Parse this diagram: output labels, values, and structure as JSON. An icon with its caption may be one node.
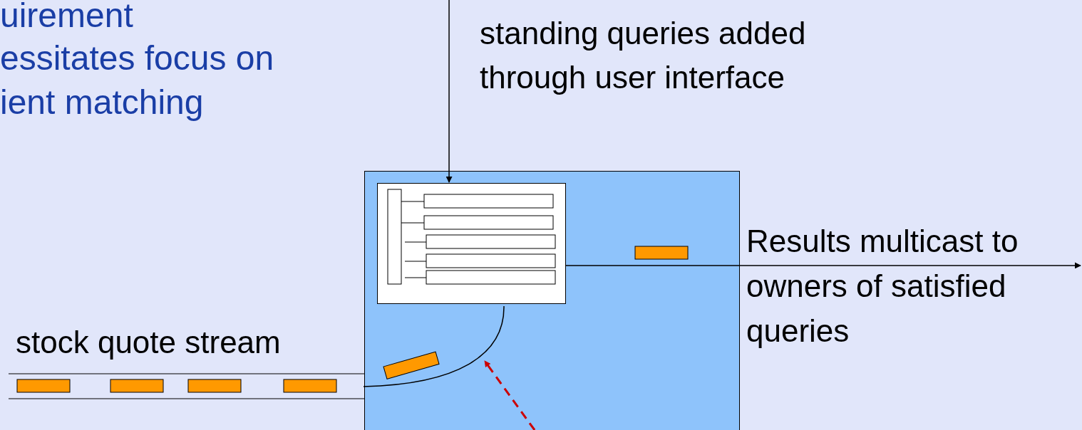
{
  "diagram": {
    "nodes": [
      {
        "text": [],
        "shape": "box"
      },
      {
        "text": [],
        "shape": "box",
        "in": 0
      }
    ],
    "edges": [
      {
        "from": null,
        "to": 1,
        "arrow": "to"
      },
      {
        "from": 1,
        "to": null,
        "arrow": "to"
      }
    ],
    "labels": [
      "uirement",
      "essitates focus on",
      "ient matching",
      "standing queries added through user interface",
      "stock quote stream",
      "Results multicast to owners of satisfied queries"
    ]
  }
}
